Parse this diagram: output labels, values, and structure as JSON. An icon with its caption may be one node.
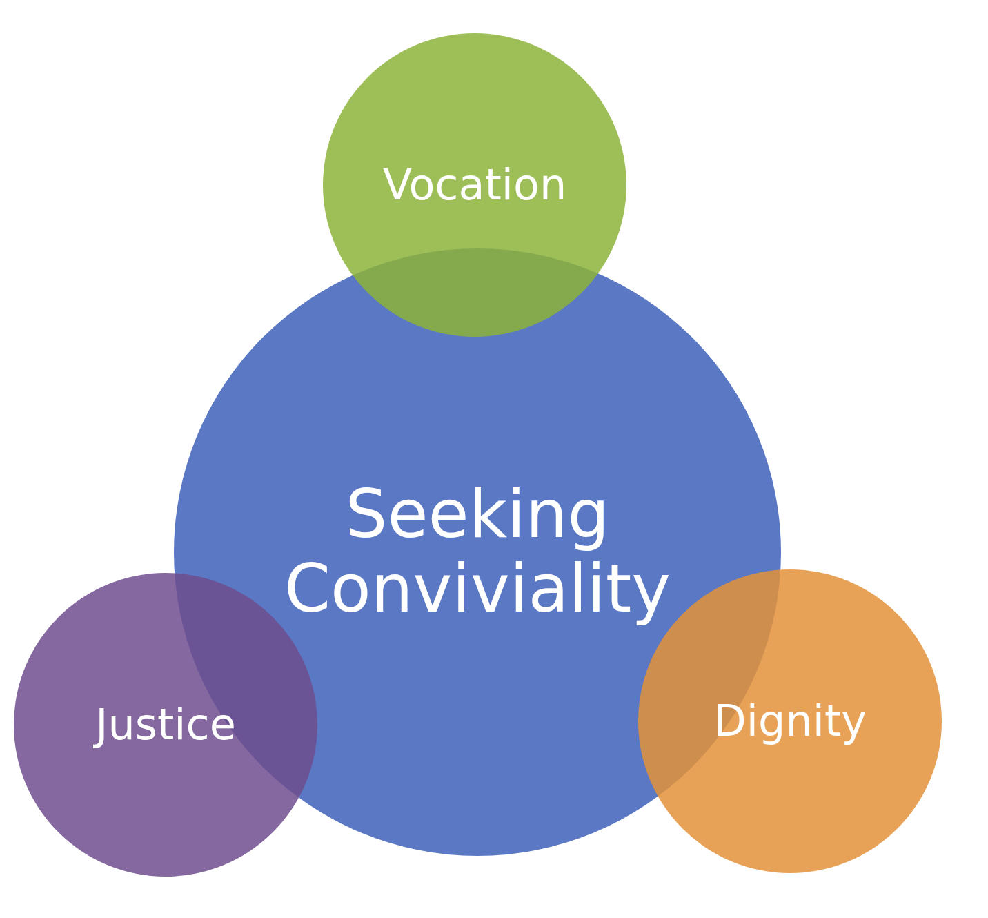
{
  "diagram": {
    "nodes": [
      {
        "text": [
          "Vocation"
        ]
      },
      {
        "text": [
          "Seeking Conviviality"
        ]
      },
      {
        "text": [
          "Justice"
        ]
      },
      {
        "text": [
          "Dignity"
        ]
      }
    ]
  }
}
